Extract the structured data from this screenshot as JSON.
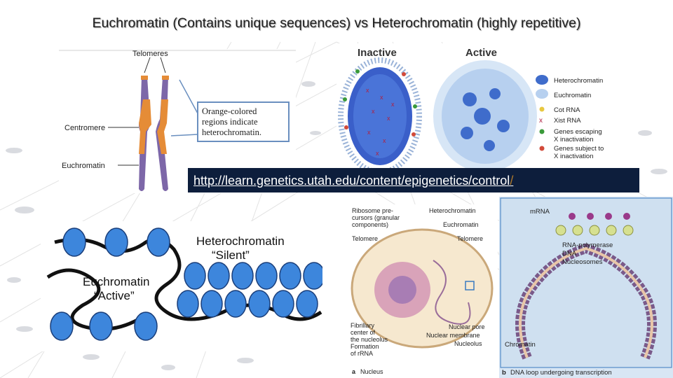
{
  "slide": {
    "title": "Euchromatin (Contains unique sequences) vs Heterochromatin (highly repetitive)",
    "link": {
      "text": "http://learn.genetics.utah.edu/content/epigenetics/control",
      "tail": "/"
    }
  },
  "chromosome_figure": {
    "telomeres": "Telomeres",
    "centromere": "Centromere",
    "euchromatin": "Euchromatin",
    "callout": [
      "Orange-colored",
      "regions indicate",
      "heterochromatin."
    ]
  },
  "x_inactivation_figure": {
    "inactive": "Inactive",
    "active": "Active",
    "legend": [
      {
        "label": "Heterochromatin",
        "icon": "blob-dark-blue"
      },
      {
        "label": "Euchromatin",
        "icon": "blob-light-blue"
      },
      {
        "label": "Cot RNA",
        "icon": "yellow-dot"
      },
      {
        "label": "Xist RNA",
        "icon": "red-x"
      },
      {
        "label": "Genes escaping\nX inactivation",
        "icon": "green-dot"
      },
      {
        "label": "Genes subject to\nX inactivation",
        "icon": "red-dot"
      }
    ]
  },
  "nucleosome_figure": {
    "heterochromatin": "Heterochromatin",
    "silent": "“Silent”",
    "euchromatin": "Euchromatin",
    "active": "“Active”"
  },
  "nucleus_figure": {
    "ribosome": [
      "Ribosome pre-",
      "cursors (granular",
      "components)"
    ],
    "heterochromatin": "Heterochromatin",
    "euchromatin": "Euchromatin",
    "telomere_left": "Telomere",
    "telomere_right": "Telomere",
    "fibrillary": [
      "Fibrillary",
      "center of",
      "the nucleolus",
      "Formation",
      "of rRNA"
    ],
    "nuclear_pore": "Nuclear pore",
    "nuclear_membrane": "Nuclear membrane",
    "nucleolus": "Nucleolus",
    "caption_letter": "a",
    "caption": "Nucleus"
  },
  "transcription_figure": {
    "mrna": "mRNA",
    "rna_polymerase": "RNA-polymerase",
    "dna": "DNA",
    "nucleosomes": "Nucleosomes",
    "chromatin": "Chromatin",
    "caption_letter": "b",
    "caption": "DNA loop undergoing transcription"
  }
}
